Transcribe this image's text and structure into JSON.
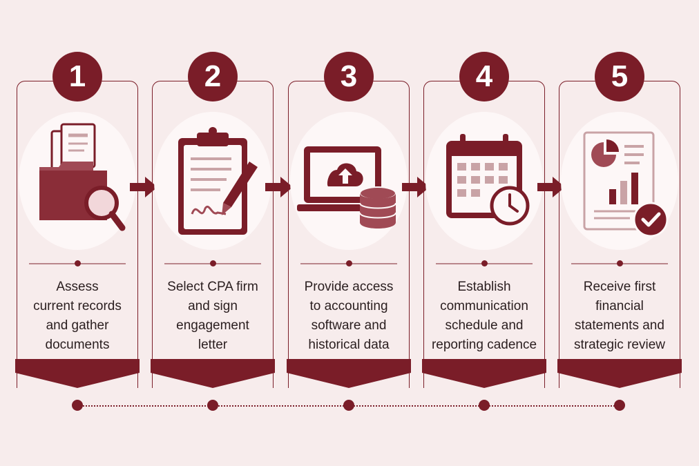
{
  "colors": {
    "accent": "#7a1d28",
    "accent_light": "#c9a3a6",
    "background": "#f7ecec",
    "panel": "#fdf7f7"
  },
  "steps": [
    {
      "number": "1",
      "icon": "folder-search-icon",
      "lines": [
        "Assess",
        "current records",
        "and gather",
        "documents"
      ]
    },
    {
      "number": "2",
      "icon": "clipboard-signature-icon",
      "lines": [
        "Select CPA firm",
        "and sign",
        "engagement",
        "letter"
      ]
    },
    {
      "number": "3",
      "icon": "laptop-cloud-database-icon",
      "lines": [
        "Provide access",
        "to accounting",
        "software and",
        "historical data"
      ]
    },
    {
      "number": "4",
      "icon": "calendar-clock-icon",
      "lines": [
        "Establish",
        "communication",
        "schedule and",
        "reporting cadence"
      ]
    },
    {
      "number": "5",
      "icon": "report-checkmark-icon",
      "lines": [
        "Receive first",
        "financial",
        "statements and",
        "strategic review"
      ]
    }
  ]
}
